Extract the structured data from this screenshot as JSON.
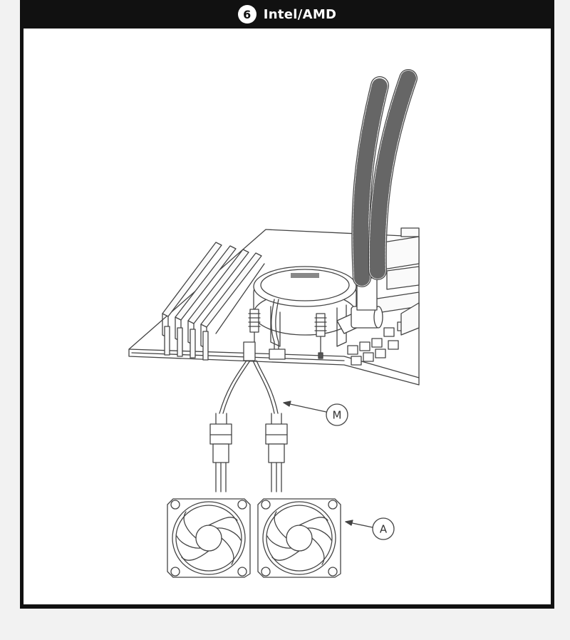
{
  "header": {
    "step_number": "6",
    "title": "Intel/AMD"
  },
  "callouts": [
    {
      "id": "M"
    },
    {
      "id": "A"
    }
  ],
  "colors": {
    "frame": "#111111",
    "panel": "#ffffff",
    "line": "#444444",
    "page": "#f2f2f2"
  }
}
